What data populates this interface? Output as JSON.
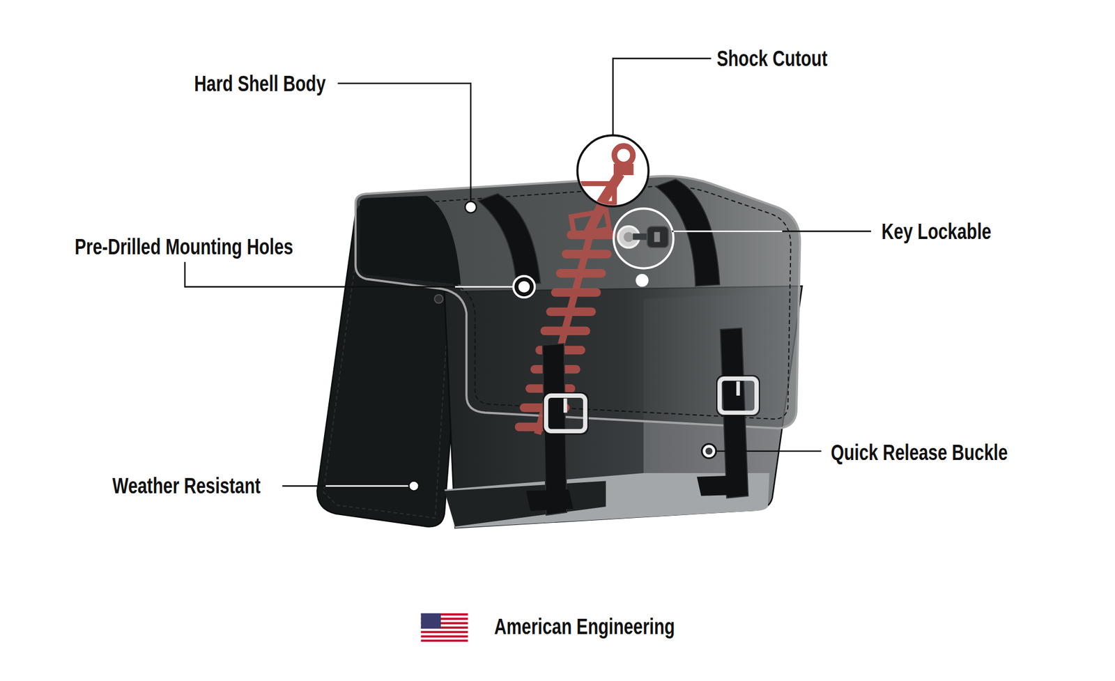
{
  "diagram": {
    "labels": [
      "Shock Cutout",
      "Hard Shell Body",
      "Key Lockable",
      "Pre-Drilled Mounting Holes",
      "Quick Release Buckle",
      "Weather Resistant",
      "American Engineering"
    ]
  }
}
